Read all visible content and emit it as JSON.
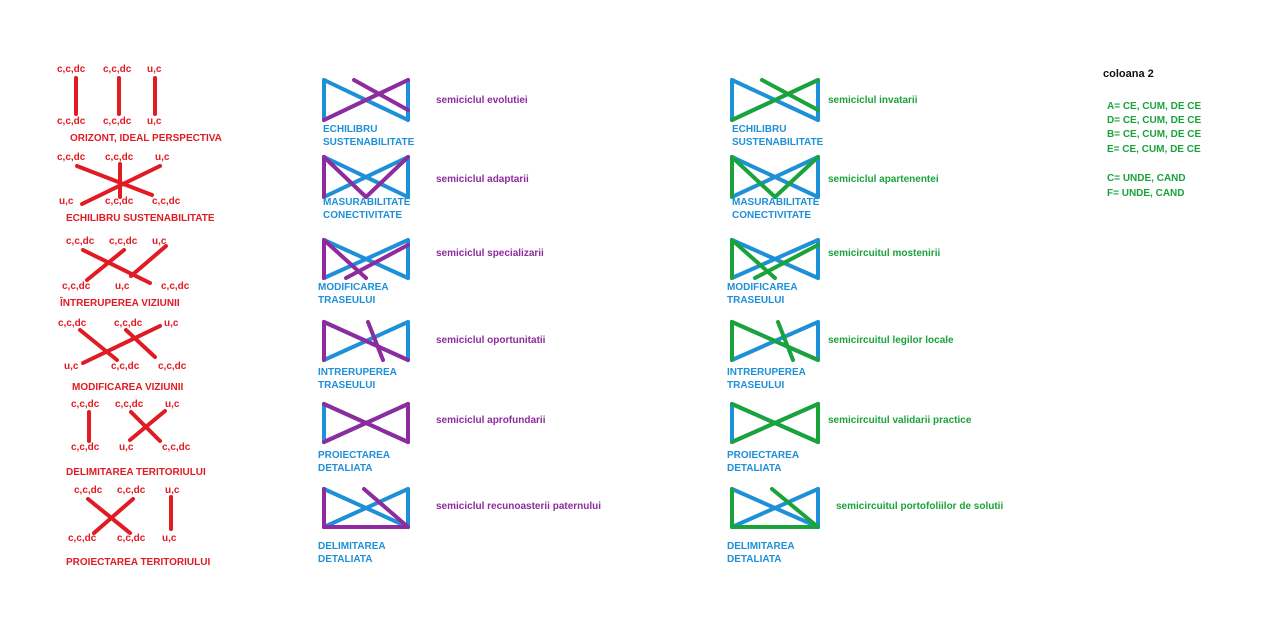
{
  "colors": {
    "red": "#e01b24",
    "blue": "#1e90d8",
    "purple": "#8e2b9e",
    "green": "#1aa33a"
  },
  "left_column": [
    {
      "title": "ORIZONT, IDEAL   PERSPECTIVA",
      "top": [
        "c,c,dc",
        "c,c,dc",
        "u,c"
      ],
      "bottom": [
        "c,c,dc",
        "c,c,dc",
        "u,c"
      ]
    },
    {
      "title": "ECHILIBRU  SUSTENABILITATE",
      "top": [
        "c,c,dc",
        "c,c,dc",
        "u,c"
      ],
      "bottom": [
        "u,c",
        "c,c,dc",
        "c,c,dc"
      ]
    },
    {
      "title": "ÎNTRERUPEREA  VIZIUNII",
      "top": [
        "c,c,dc",
        "c,c,dc",
        "u,c"
      ],
      "bottom": [
        "c,c,dc",
        "u,c",
        "c,c,dc"
      ]
    },
    {
      "title": "MODIFICAREA  VIZIUNII",
      "top": [
        "c,c,dc",
        "c,c,dc",
        "u,c"
      ],
      "bottom": [
        "u,c",
        "c,c,dc",
        "c,c,dc"
      ]
    },
    {
      "title": "DELIMITAREA  TERITORIULUI",
      "top": [
        "c,c,dc",
        "c,c,dc",
        "u,c"
      ],
      "bottom": [
        "c,c,dc",
        "u,c",
        "c,c,dc"
      ]
    },
    {
      "title": "PROIECTAREA  TERITORIULUI",
      "top": [
        "c,c,dc",
        "c,c,dc",
        "u,c"
      ],
      "bottom": [
        "c,c,dc",
        "c,c,dc",
        "u,c"
      ]
    }
  ],
  "middle_column": [
    {
      "label1": "ECHILIBRU",
      "label2": "SUSTENABILITATE",
      "caption": "semiciclul evolutiei"
    },
    {
      "label1": "MASURABILITATE",
      "label2": "CONECTIVITATE",
      "caption": "semiciclul adaptarii"
    },
    {
      "label1": "MODIFICAREA",
      "label2": "TRASEULUI",
      "caption": "semiciclul specializarii"
    },
    {
      "label1": "INTRERUPEREA",
      "label2": "TRASEULUI",
      "caption": "semiciclul oportunitatii"
    },
    {
      "label1": "PROIECTAREA",
      "label2": "DETALIATA",
      "caption": "semiciclul aprofundarii"
    },
    {
      "label1": "DELIMITAREA",
      "label2": "DETALIATA",
      "caption": "semiciclul recunoasterii paternului"
    }
  ],
  "right_column": [
    {
      "label1": "ECHILIBRU",
      "label2": "SUSTENABILITATE",
      "caption": "semiciclul invatarii"
    },
    {
      "label1": "MASURABILITATE",
      "label2": "CONECTIVITATE",
      "caption": "semiciclul apartenentei"
    },
    {
      "label1": "MODIFICAREA",
      "label2": "TRASEULUI",
      "caption": "semicircuitul mostenirii"
    },
    {
      "label1": "INTRERUPEREA",
      "label2": "TRASEULUI",
      "caption": "semicircuitul legilor locale"
    },
    {
      "label1": "PROIECTAREA",
      "label2": "DETALIATA",
      "caption": "semicircuitul validarii practice"
    },
    {
      "label1": "DELIMITAREA",
      "label2": "DETALIATA",
      "caption": "semicircuitul portofoliilor de solutii"
    }
  ],
  "legend": {
    "title": "coloana 2",
    "lines": [
      "A= CE, CUM, DE CE",
      "D= CE, CUM, DE CE",
      "B= CE, CUM, DE CE",
      "E= CE, CUM, DE CE",
      "C= UNDE, CAND",
      "F= UNDE, CAND"
    ]
  }
}
